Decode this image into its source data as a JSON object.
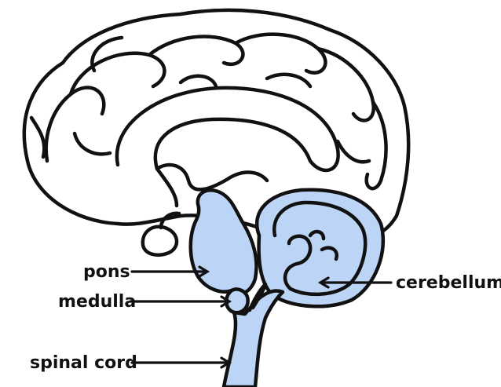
{
  "colors": {
    "highlight": "#bcd4f5",
    "outline": "#111111",
    "background": "#ffffff"
  },
  "labels": {
    "pons": "pons",
    "medulla": "medulla",
    "spinal_cord": "spinal cord",
    "cerebellum": "cerebellum"
  }
}
